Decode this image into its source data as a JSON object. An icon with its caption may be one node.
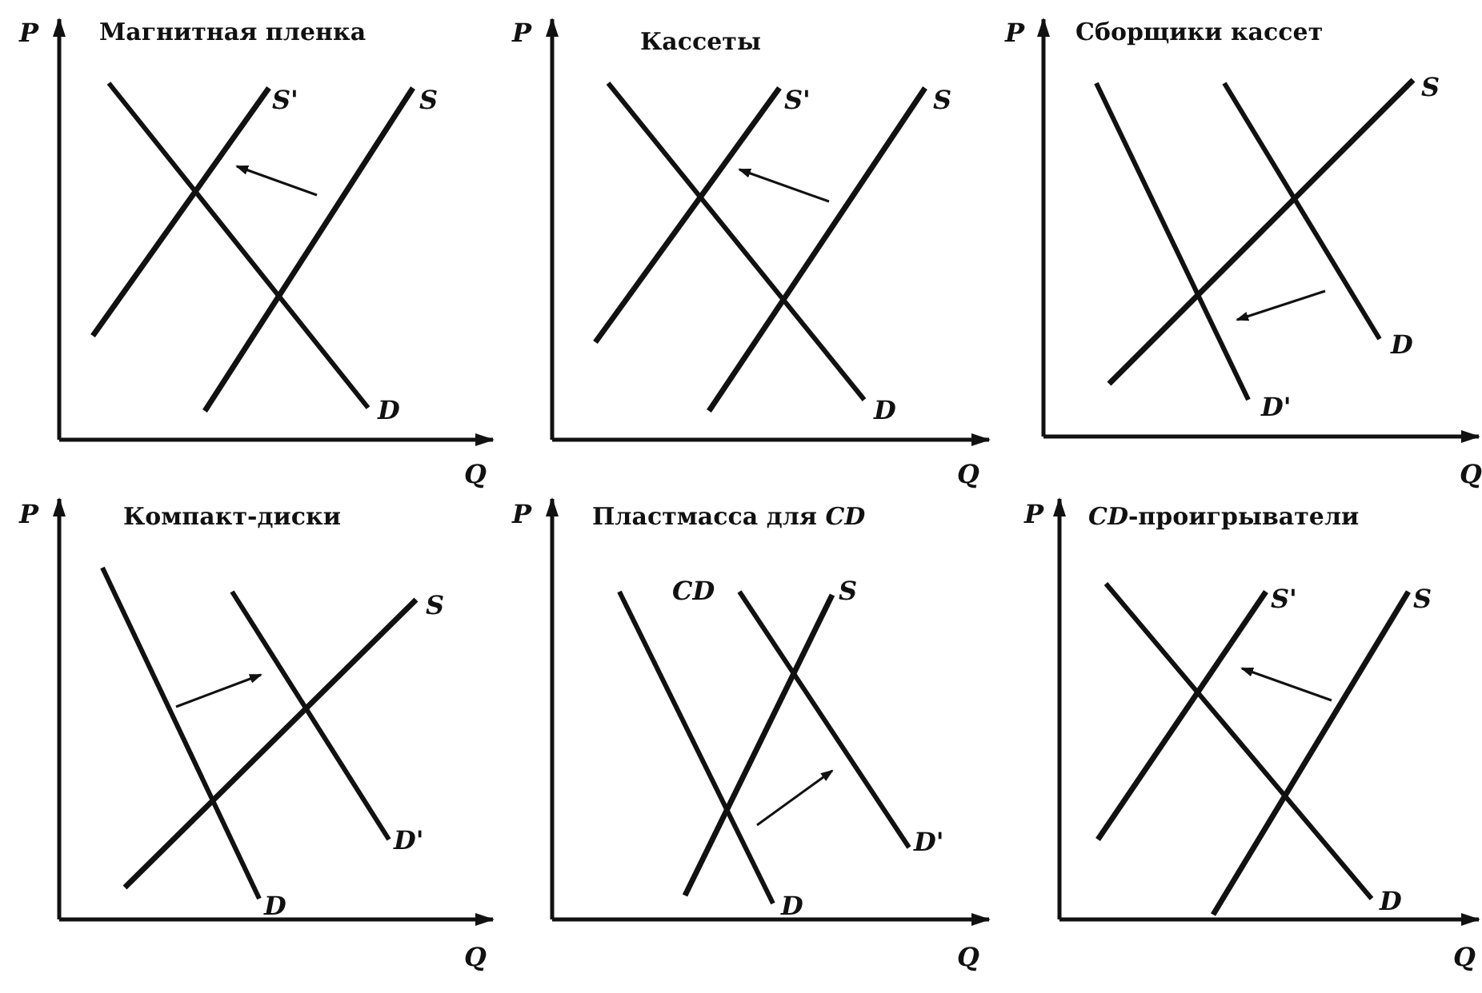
{
  "diagram": {
    "labels": [
      "P",
      "Магнитная пленка",
      "S'",
      "S",
      "D",
      "Q",
      "P",
      "Кассеты",
      "S'",
      "S",
      "D",
      "Q",
      "P",
      "Сборщики кассет",
      "S",
      "D",
      "D'",
      "Q",
      "P",
      "Компакт-диски",
      "S",
      "D'",
      "D",
      "Q",
      "P",
      "Пластмасса для *CD*",
      "CD",
      "S",
      "D'",
      "D",
      "Q",
      "P",
      "*CD*-проигрыватели",
      "S'",
      "S",
      "D",
      "Q"
    ]
  }
}
